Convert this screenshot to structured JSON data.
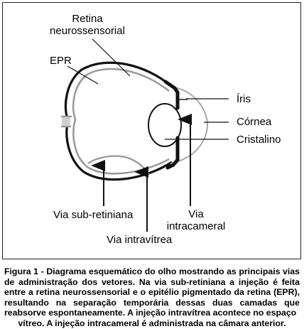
{
  "labels": {
    "retina_line1": "Retina",
    "retina_line2": "neurossensorial",
    "epr": "EPR",
    "iris": "Íris",
    "cornea": "Córnea",
    "cristalino": "Cristalino",
    "via_subretiniana": "Via sub-retiniana",
    "via_intravitrea": "Via intravítrea",
    "via_line1": "Via",
    "via_line2": "intracameral"
  },
  "caption": {
    "text": "Figura 1 - Diagrama esquemático do olho mostrando as principais vias de administração dos vetores. Na via sub-retiniana a injeção é feita entre a retina neurossensorial e o epitélio pigmentado da retina (EPR), resultando na separação temporária dessas duas camadas que reabsorve espontaneamente. A injeção intravítrea acontece no espaço",
    "last_line": "vítreo. A injeção intracameral é administrada na câmara anterior."
  }
}
